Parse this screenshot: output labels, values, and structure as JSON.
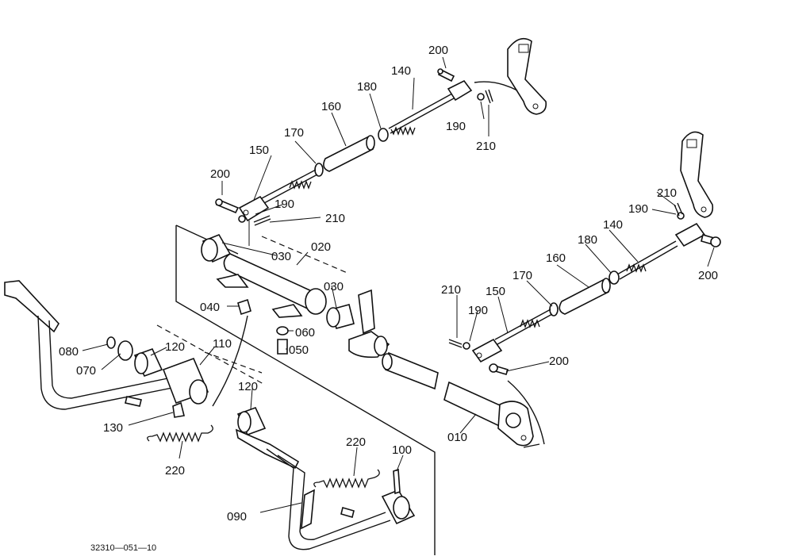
{
  "labels": {
    "l200a": "200",
    "l140a": "140",
    "l180a": "180",
    "l160a": "160",
    "l170a": "170",
    "l150a": "150",
    "l200b": "200",
    "l190a": "190",
    "l210a": "210",
    "l190b": "190",
    "l210b": "210",
    "l210c": "210",
    "l190c": "190",
    "l140b": "140",
    "l200c": "200",
    "l180b": "180",
    "l160b": "160",
    "l170b": "170",
    "l150b": "150",
    "l210d": "210",
    "l190d": "190",
    "l200d": "200",
    "l030a": "030",
    "l020": "020",
    "l040": "040",
    "l030b": "030",
    "l060": "060",
    "l050": "050",
    "l080": "080",
    "l070": "070",
    "l120a": "120",
    "l110": "110",
    "l120b": "120",
    "l130": "130",
    "l220a": "220",
    "l220b": "220",
    "l100": "100",
    "l090": "090",
    "l010": "010"
  },
  "footer": {
    "code": "32310—051—10"
  }
}
